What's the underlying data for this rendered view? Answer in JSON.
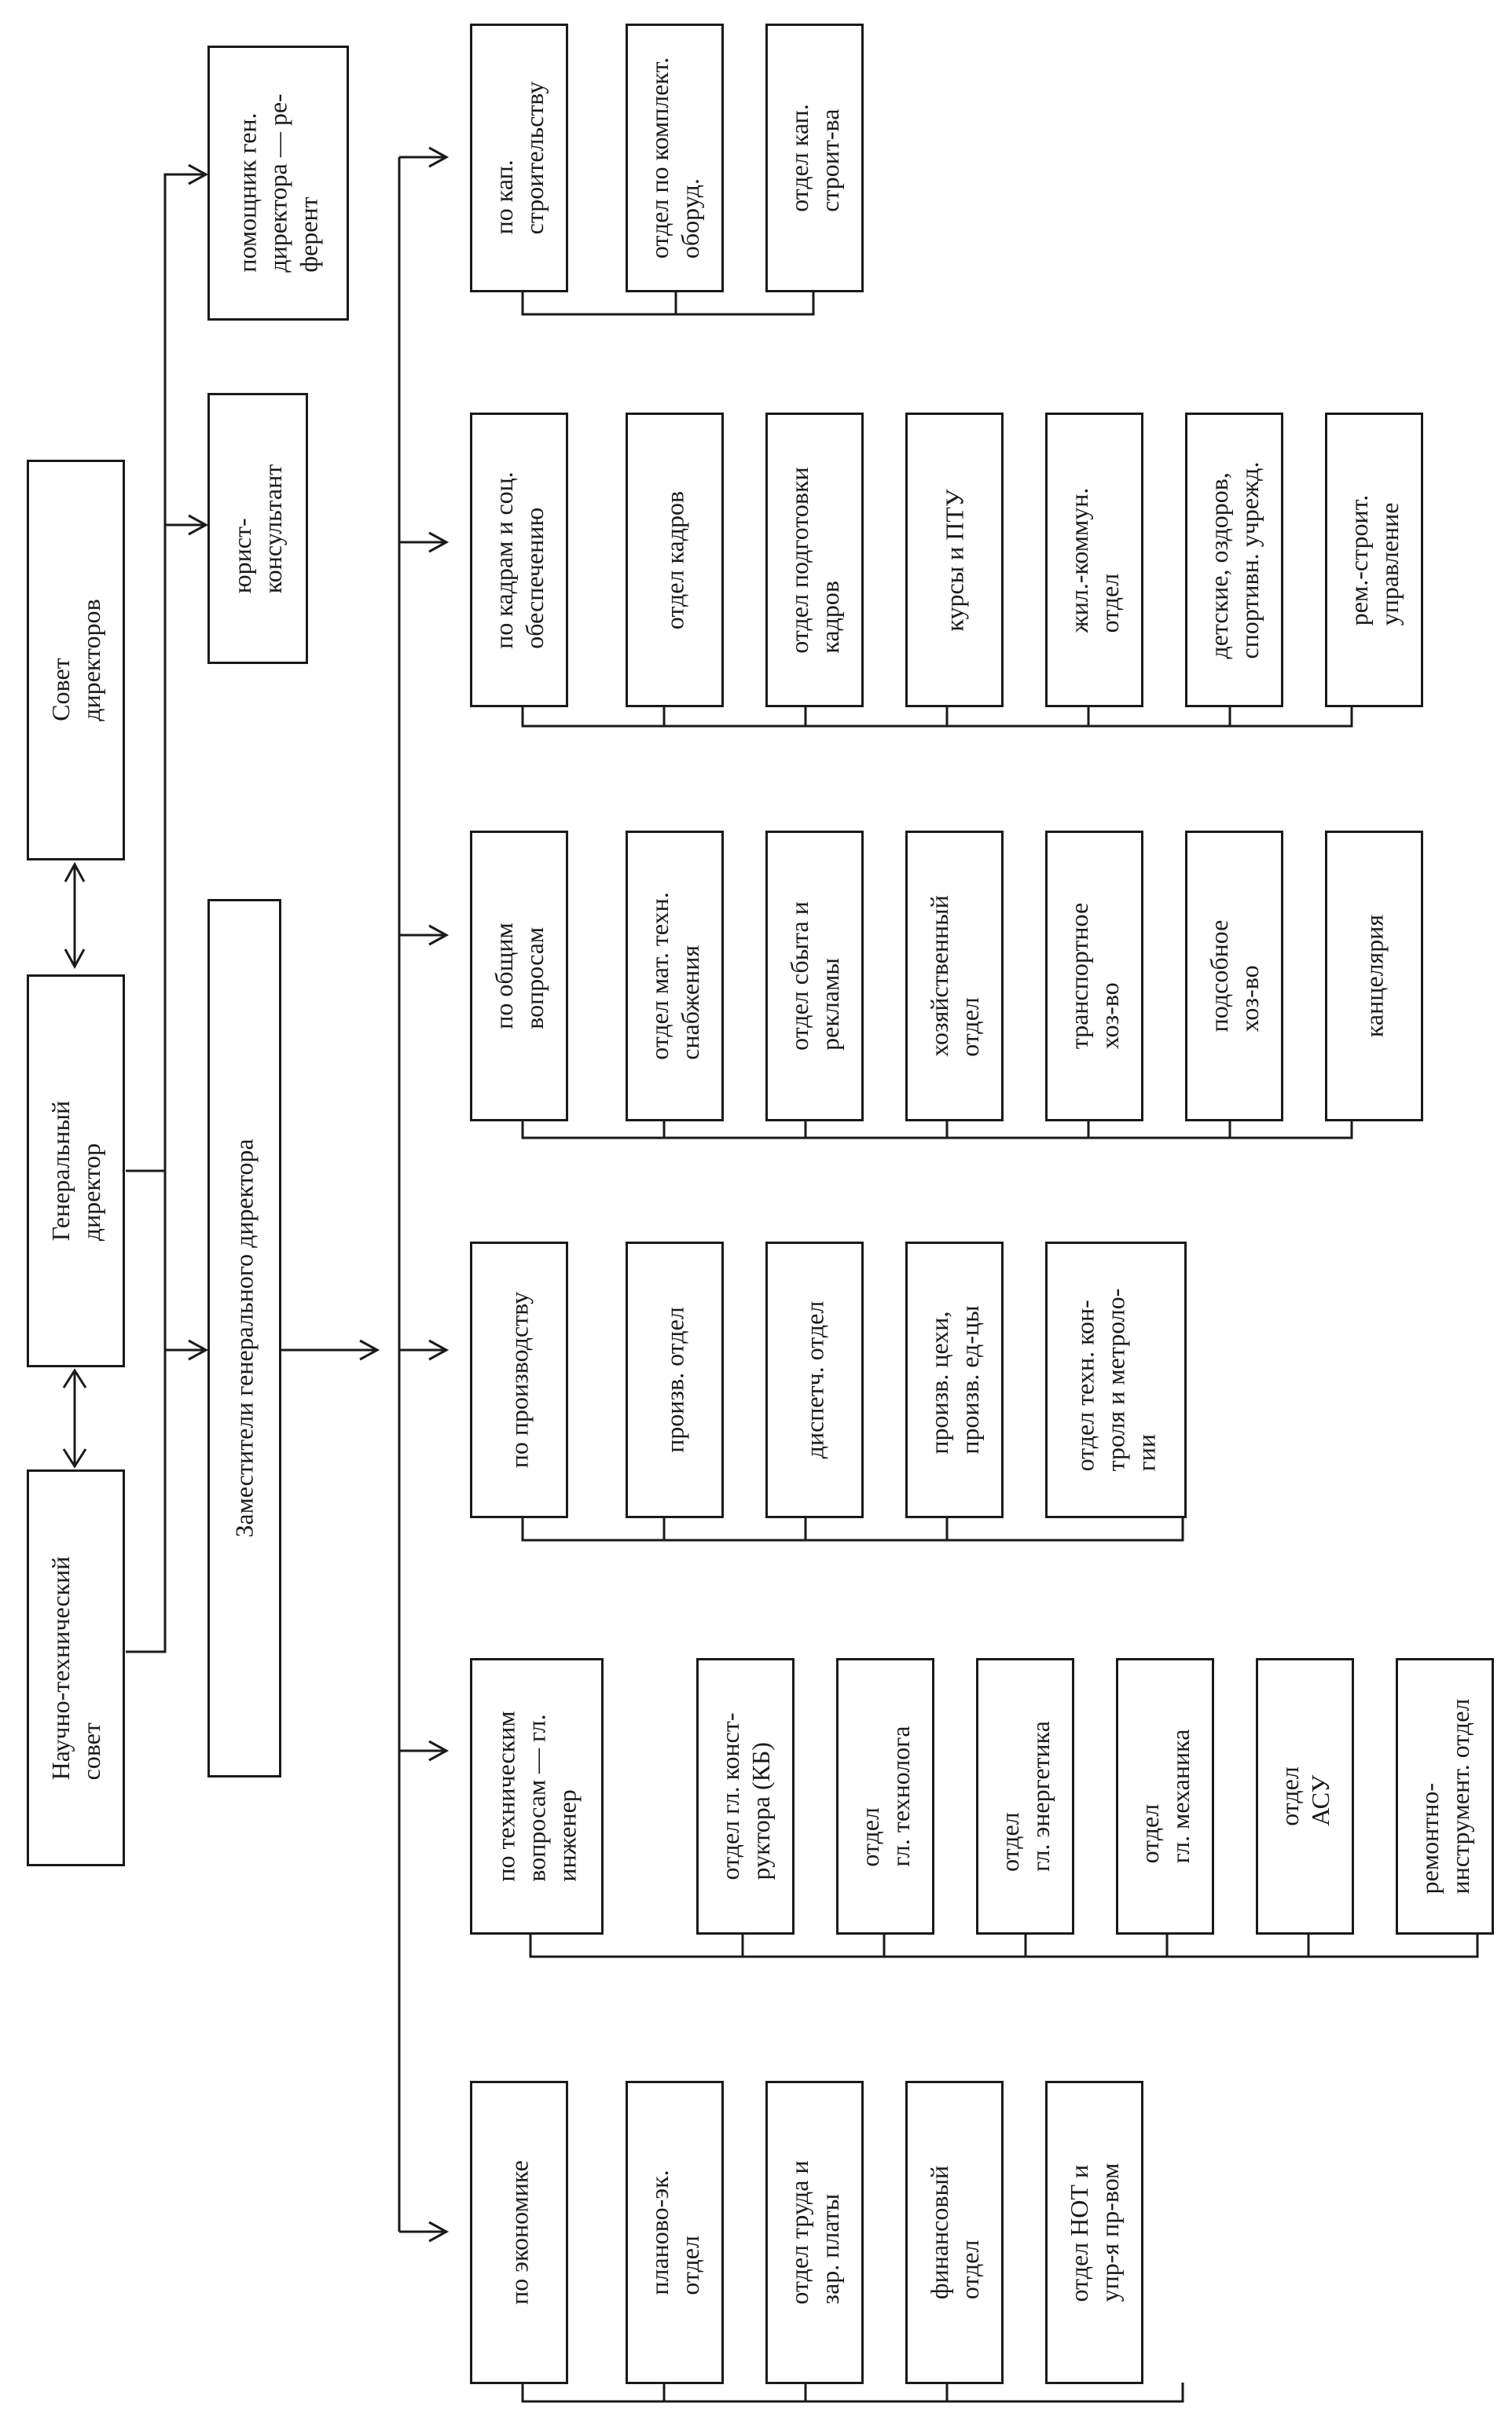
{
  "top_level": {
    "council_directors": "Совет\nдиректоров",
    "general_director": "Генеральный\nдиректор",
    "scientific_council": "Научно-технический\nсовет",
    "assistant": "помощник ген.\nдиректора — ре-\nферент",
    "lawyer": "юрист-\nконсультант",
    "deputies": "Заместители генерального директора"
  },
  "groups": [
    {
      "head": "по кап.\nстроительству",
      "depts": [
        "отдел по комплект.\nоборуд.",
        "отдел кап.\nстроит-ва"
      ]
    },
    {
      "head": "по кадрам и соц.\nобеспечению",
      "depts": [
        "отдел кадров",
        "отдел подготовки\nкадров",
        "курсы и ПТУ",
        "жил.-коммун.\nотдел",
        "детские, оздоров,\nспортивн. учрежд.",
        "рем.-строит.\nуправление"
      ]
    },
    {
      "head": "по общим\nвопросам",
      "depts": [
        "отдел мат. техн.\nснабжения",
        "отдел сбыта и\nрекламы",
        "хозяйственный\nотдел",
        "транспортное\nхоз-во",
        "подсобное\nхоз-во",
        "канцелярия"
      ]
    },
    {
      "head": "по производству",
      "depts": [
        "произв. отдел",
        "диспетч. отдел",
        "произв. цехи,\nпроизв. ед-цы",
        "отдел техн. кон-\nтроля и метроло-\nгии"
      ]
    },
    {
      "head": "по техническим\nвопросам — гл.\nинженер",
      "depts": [
        "отдел гл. конст-\nруктора (КБ)",
        "отдел\nгл. технолога",
        "отдел\nгл. энергетика",
        "отдел\nгл. механика",
        "отдел\nАСУ",
        "ремонтно-\nинструмент. отдел"
      ]
    },
    {
      "head": "по экономике",
      "depts": [
        "планово-эк.\nотдел",
        "отдел труда и\nзар. платы",
        "финансовый\nотдел",
        "отдел НОТ и\nупр-я пр-вом"
      ]
    }
  ]
}
